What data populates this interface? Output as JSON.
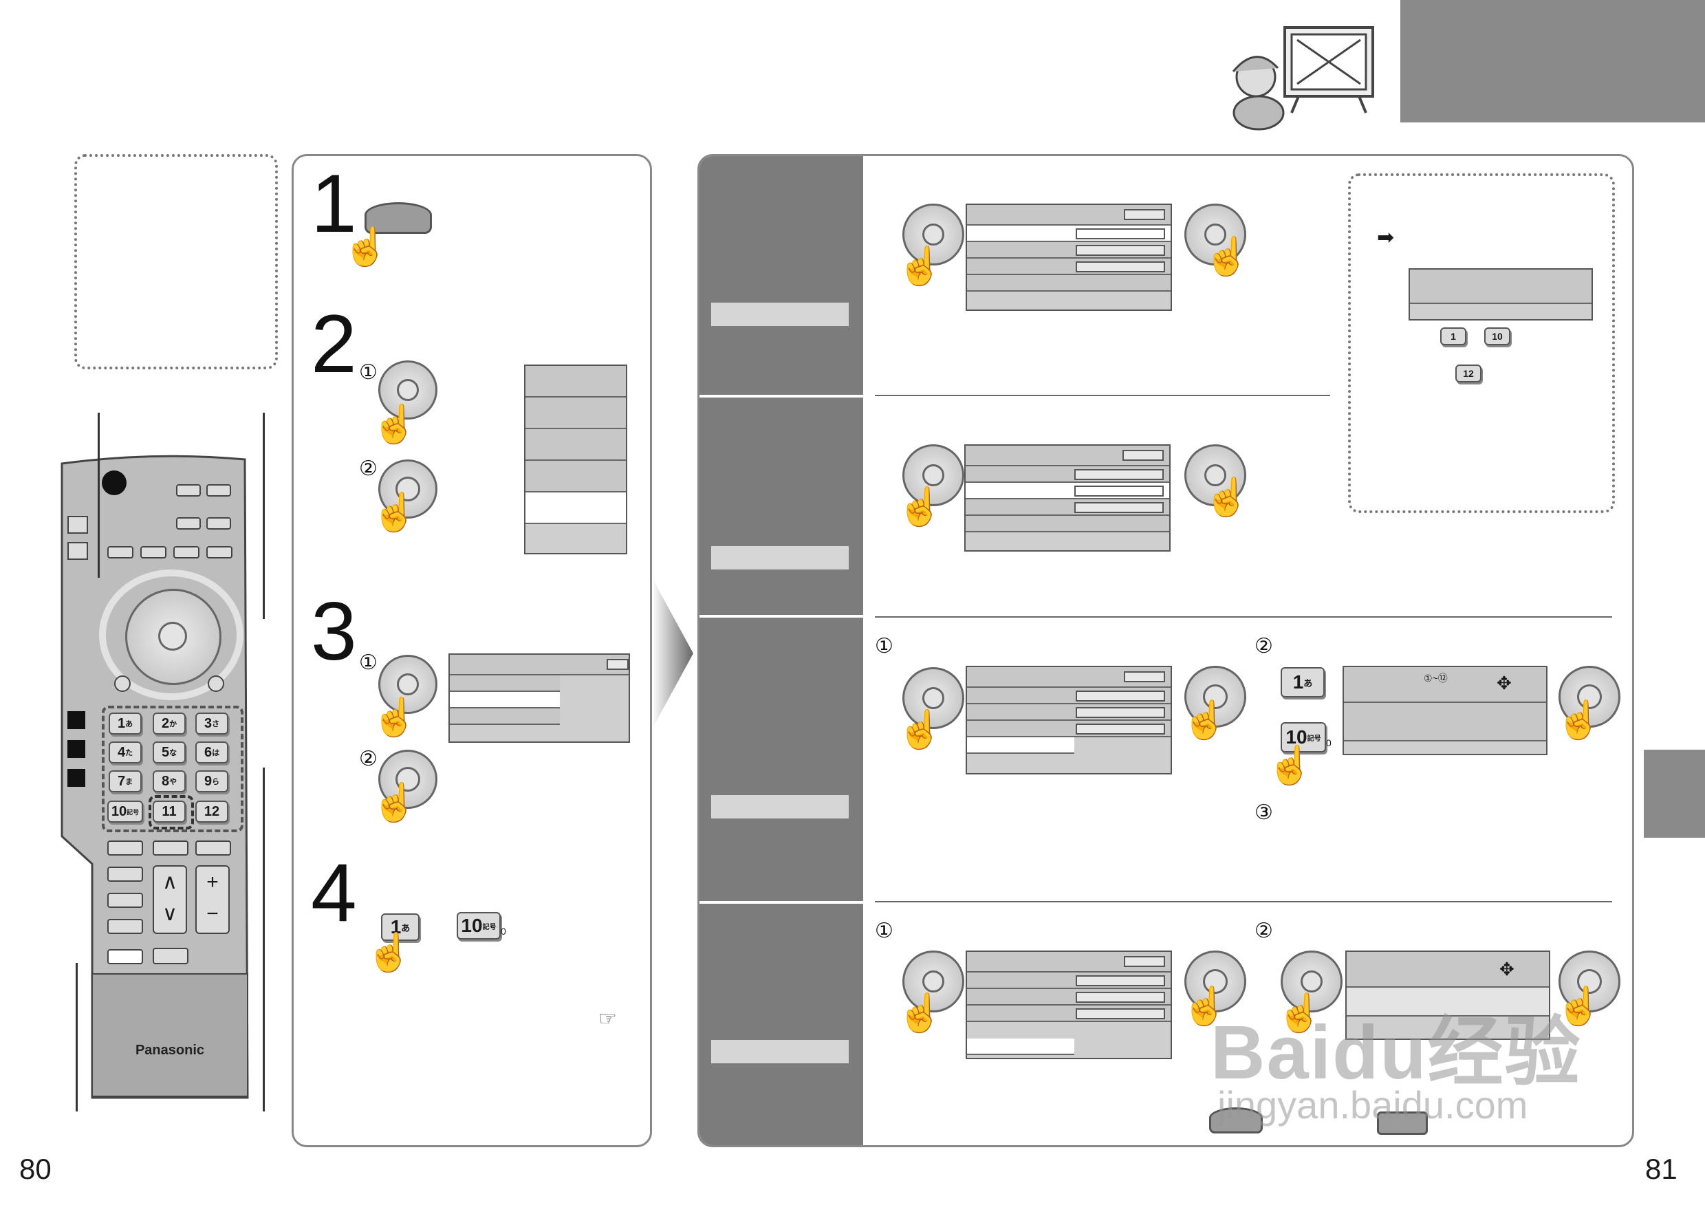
{
  "page_numbers": {
    "left": "80",
    "right": "81"
  },
  "steps": [
    "1",
    "2",
    "3",
    "4"
  ],
  "sub_steps": {
    "one": "①",
    "two": "②",
    "three": "③"
  },
  "remote": {
    "brand": "Panasonic"
  },
  "keypad": {
    "k1": "1",
    "k1s": "あ",
    "k2": "2",
    "k2s": "か",
    "k3": "3",
    "k3s": "さ",
    "k4": "4",
    "k4s": "た",
    "k5": "5",
    "k5s": "な",
    "k6": "6",
    "k6s": "は",
    "k7": "7",
    "k7s": "ま",
    "k8": "8",
    "k8s": "や",
    "k9": "9",
    "k9s": "ら",
    "k10": "10",
    "k10s": "記号",
    "k11": "11",
    "k12": "12",
    "plus": "+",
    "minus": "−",
    "up": "∧",
    "down": "∨"
  },
  "chan_range": "①~⑫",
  "subscript_zero": "0",
  "watermark": {
    "logo": "Baidu经验",
    "url": "jingyan.baidu.com"
  },
  "icons": [
    "hand-pointer-icon",
    "arrow-right-icon",
    "reference-hand-icon",
    "dpad-icon",
    "tv-boy-illustration"
  ],
  "colors": {
    "side_band": "#7c7c7c",
    "tab_grey": "#8a8a8a",
    "light_bar": "#d6d6d6"
  }
}
